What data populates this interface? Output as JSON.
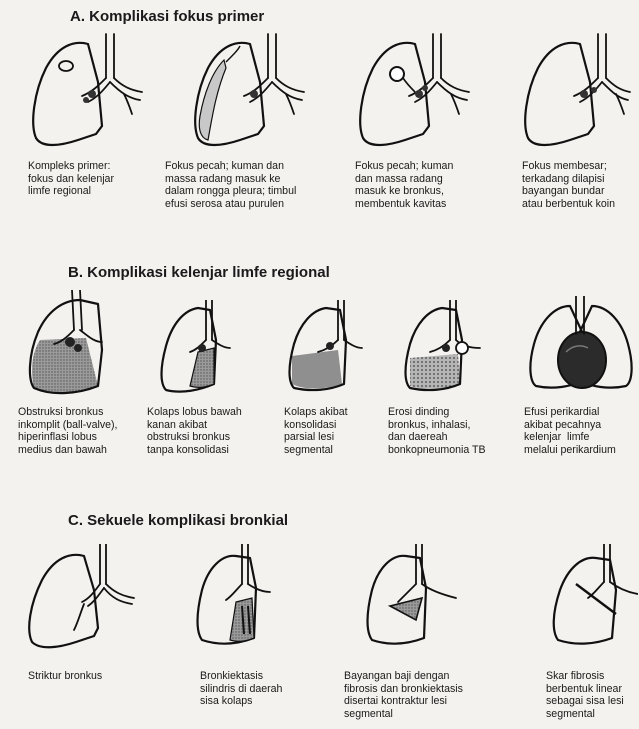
{
  "sections": [
    {
      "title": "A. Komplikasi fokus primer",
      "items": [
        {
          "caption": "Kompleks primer:\nfokus dan kelenjar\nlimfe regional"
        },
        {
          "caption": "Fokus pecah; kuman dan\nmassa radang masuk ke\ndalam rongga pleura; timbul\nefusi serosa atau purulen"
        },
        {
          "caption": "Fokus pecah; kuman\ndan massa radang\nmasuk ke bronkus,\nmembentuk kavitas"
        },
        {
          "caption": "Fokus membesar;\nterkadang dilapisi\nbayangan bundar\natau berbentuk koin"
        }
      ]
    },
    {
      "title": "B. Komplikasi kelenjar limfe regional",
      "items": [
        {
          "caption": "Obstruksi bronkus\ninkomplit (ball-valve),\nhiperinflasi lobus\nmedius dan bawah"
        },
        {
          "caption": "Kolaps lobus bawah\nkanan akibat\nobstruksi bronkus\ntanpa konsolidasi"
        },
        {
          "caption": "Kolaps akibat\nkonsolidasi\nparsial lesi\nsegmental"
        },
        {
          "caption": "Erosi dinding\nbronkus, inhalasi,\ndan daereah\nbonkopneumonia TB"
        },
        {
          "caption": "Efusi perikardial\nakibat pecahnya\nkelenjar  limfe\nmelalui perikardium"
        }
      ]
    },
    {
      "title": "C. Sekuele komplikasi bronkial",
      "items": [
        {
          "caption": "Striktur bronkus"
        },
        {
          "caption": "Bronkiektasis\nsilindris di daerah\nsisa kolaps"
        },
        {
          "caption": "Bayangan baji dengan\nfibrosis dan bronkiektasis\ndisertai kontraktur lesi\nsegmental"
        },
        {
          "caption": "Skar fibrosis\nberbentuk linear\nsebagai sisa lesi\nsegmental"
        }
      ]
    }
  ]
}
